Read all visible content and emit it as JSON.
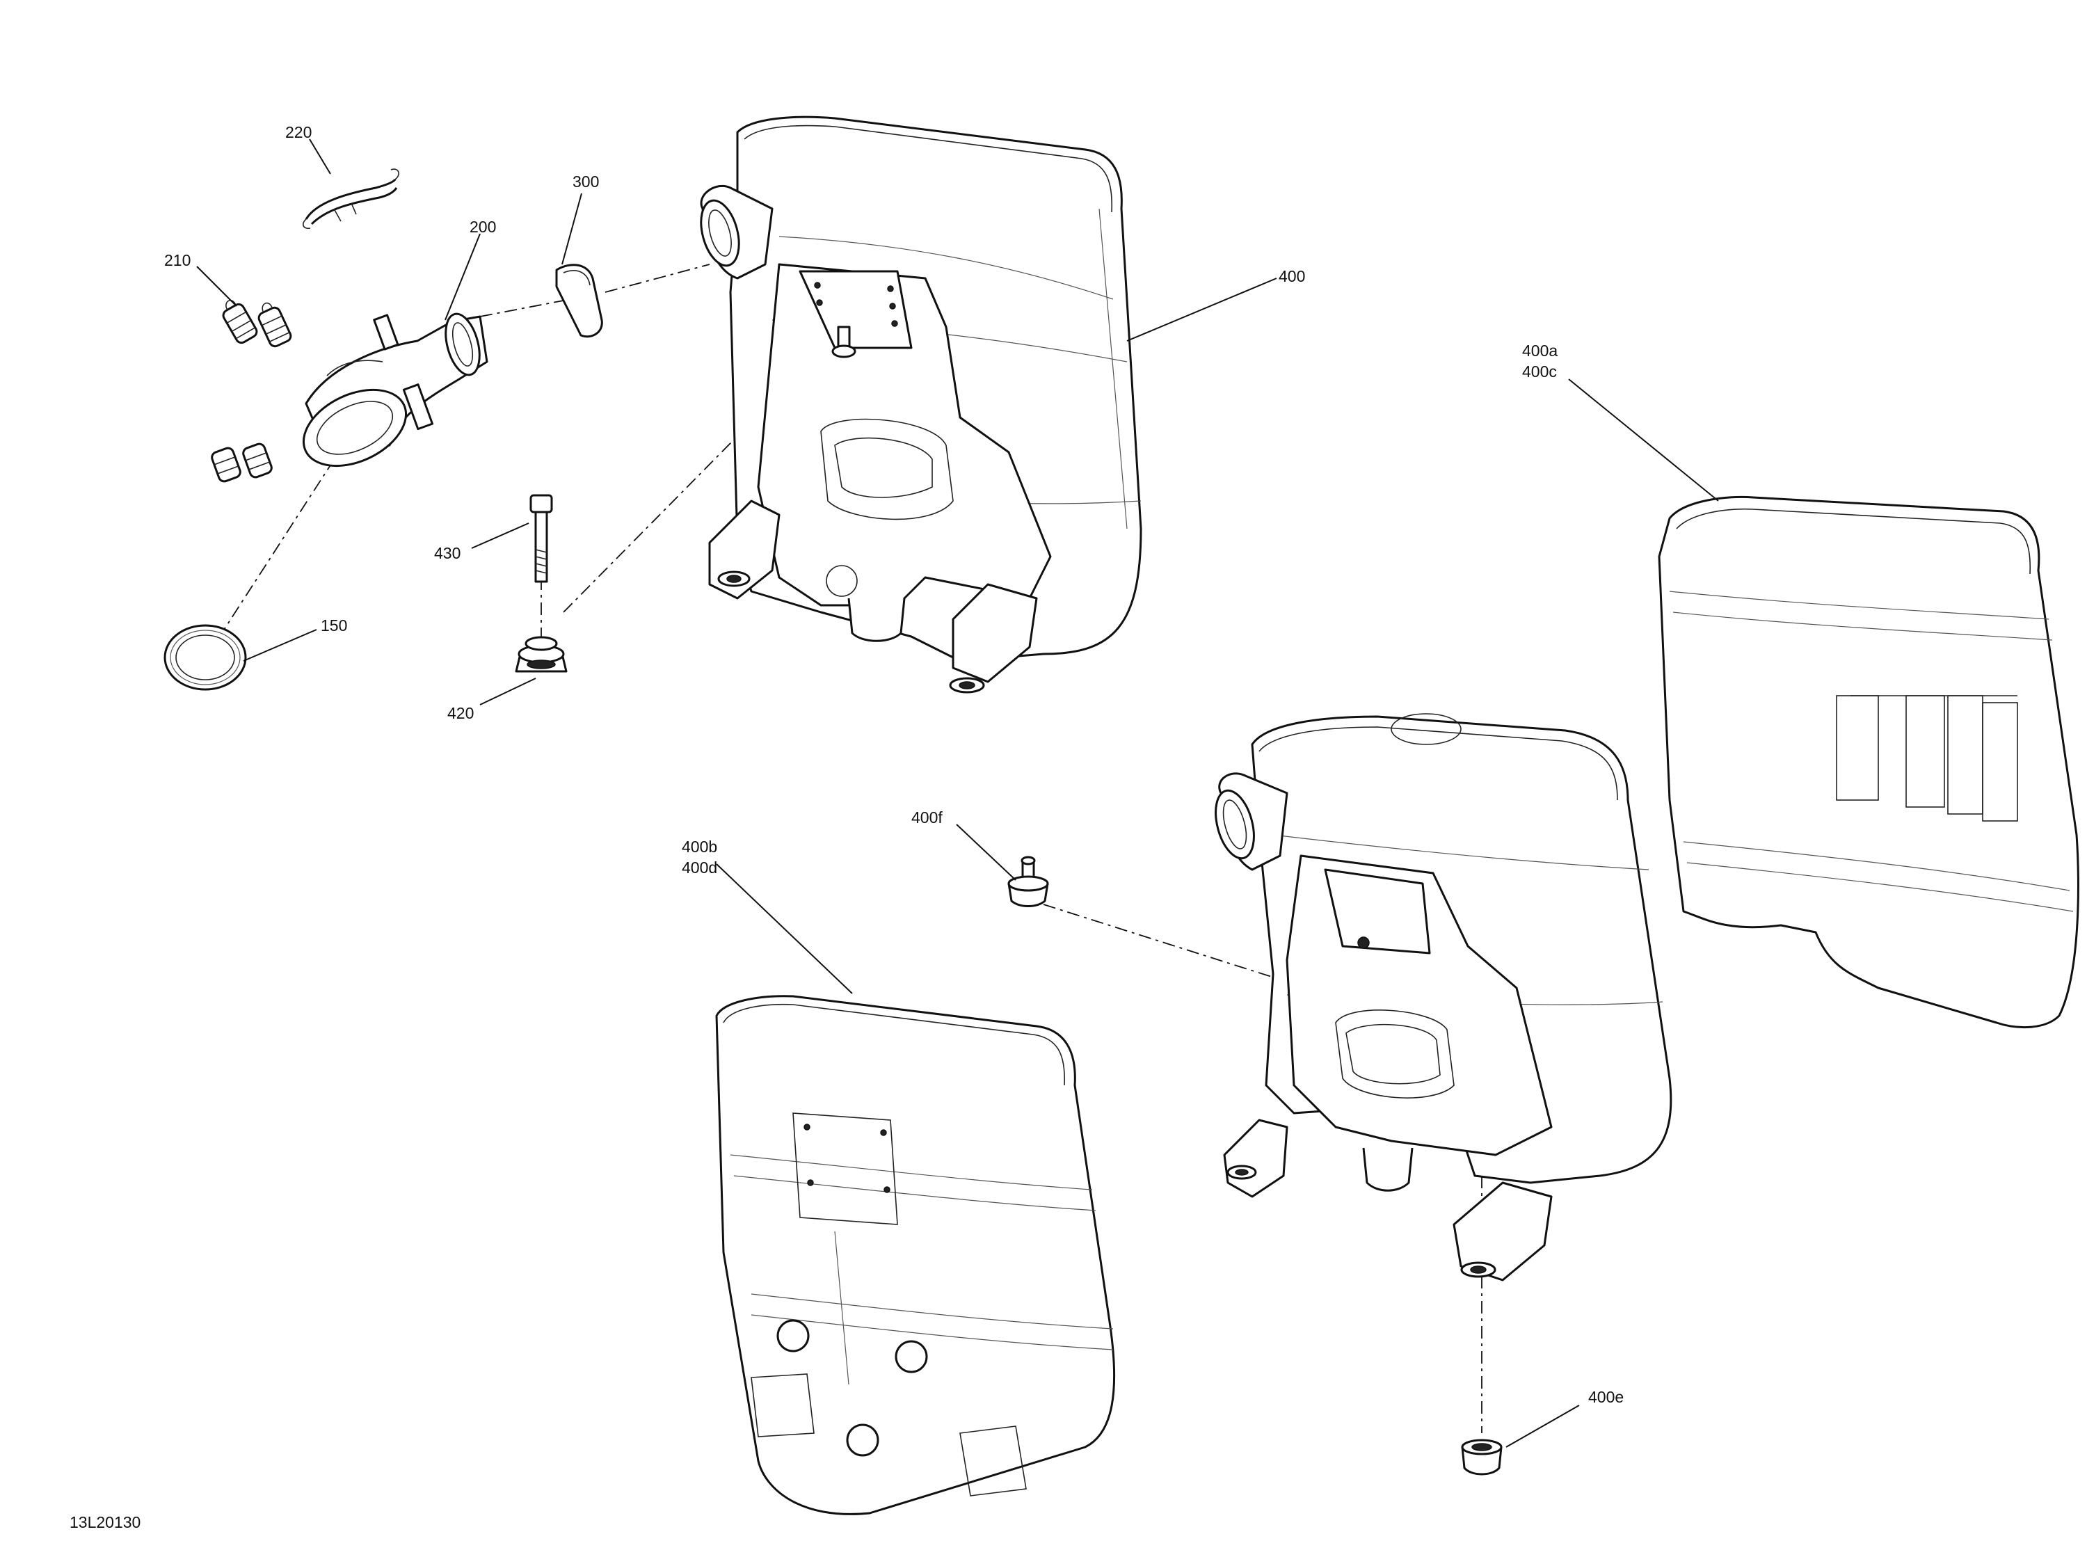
{
  "diagram_id": "13L20130",
  "callouts": {
    "c150": "150",
    "c200": "200",
    "c210": "210",
    "c220": "220",
    "c300": "300",
    "c400": "400",
    "c400a": "400a",
    "c400c": "400c",
    "c400b": "400b",
    "c400d": "400d",
    "c400e": "400e",
    "c400f": "400f",
    "c420": "420",
    "c430": "430"
  }
}
